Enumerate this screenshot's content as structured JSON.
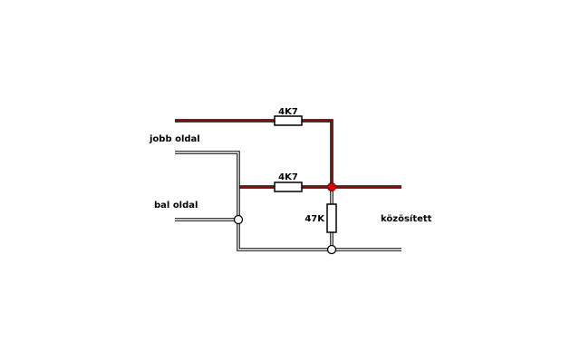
{
  "labels": {
    "r_top": "4K7",
    "r_mid": "4K7",
    "r_vert": "47K",
    "jobb": "jobb oldal",
    "bal": "bal oldal",
    "kozos": "közösített"
  },
  "colors": {
    "red_wire": "#8b0000",
    "red_node": "#e00000",
    "wire": "#000000",
    "background": "#ffffff"
  }
}
